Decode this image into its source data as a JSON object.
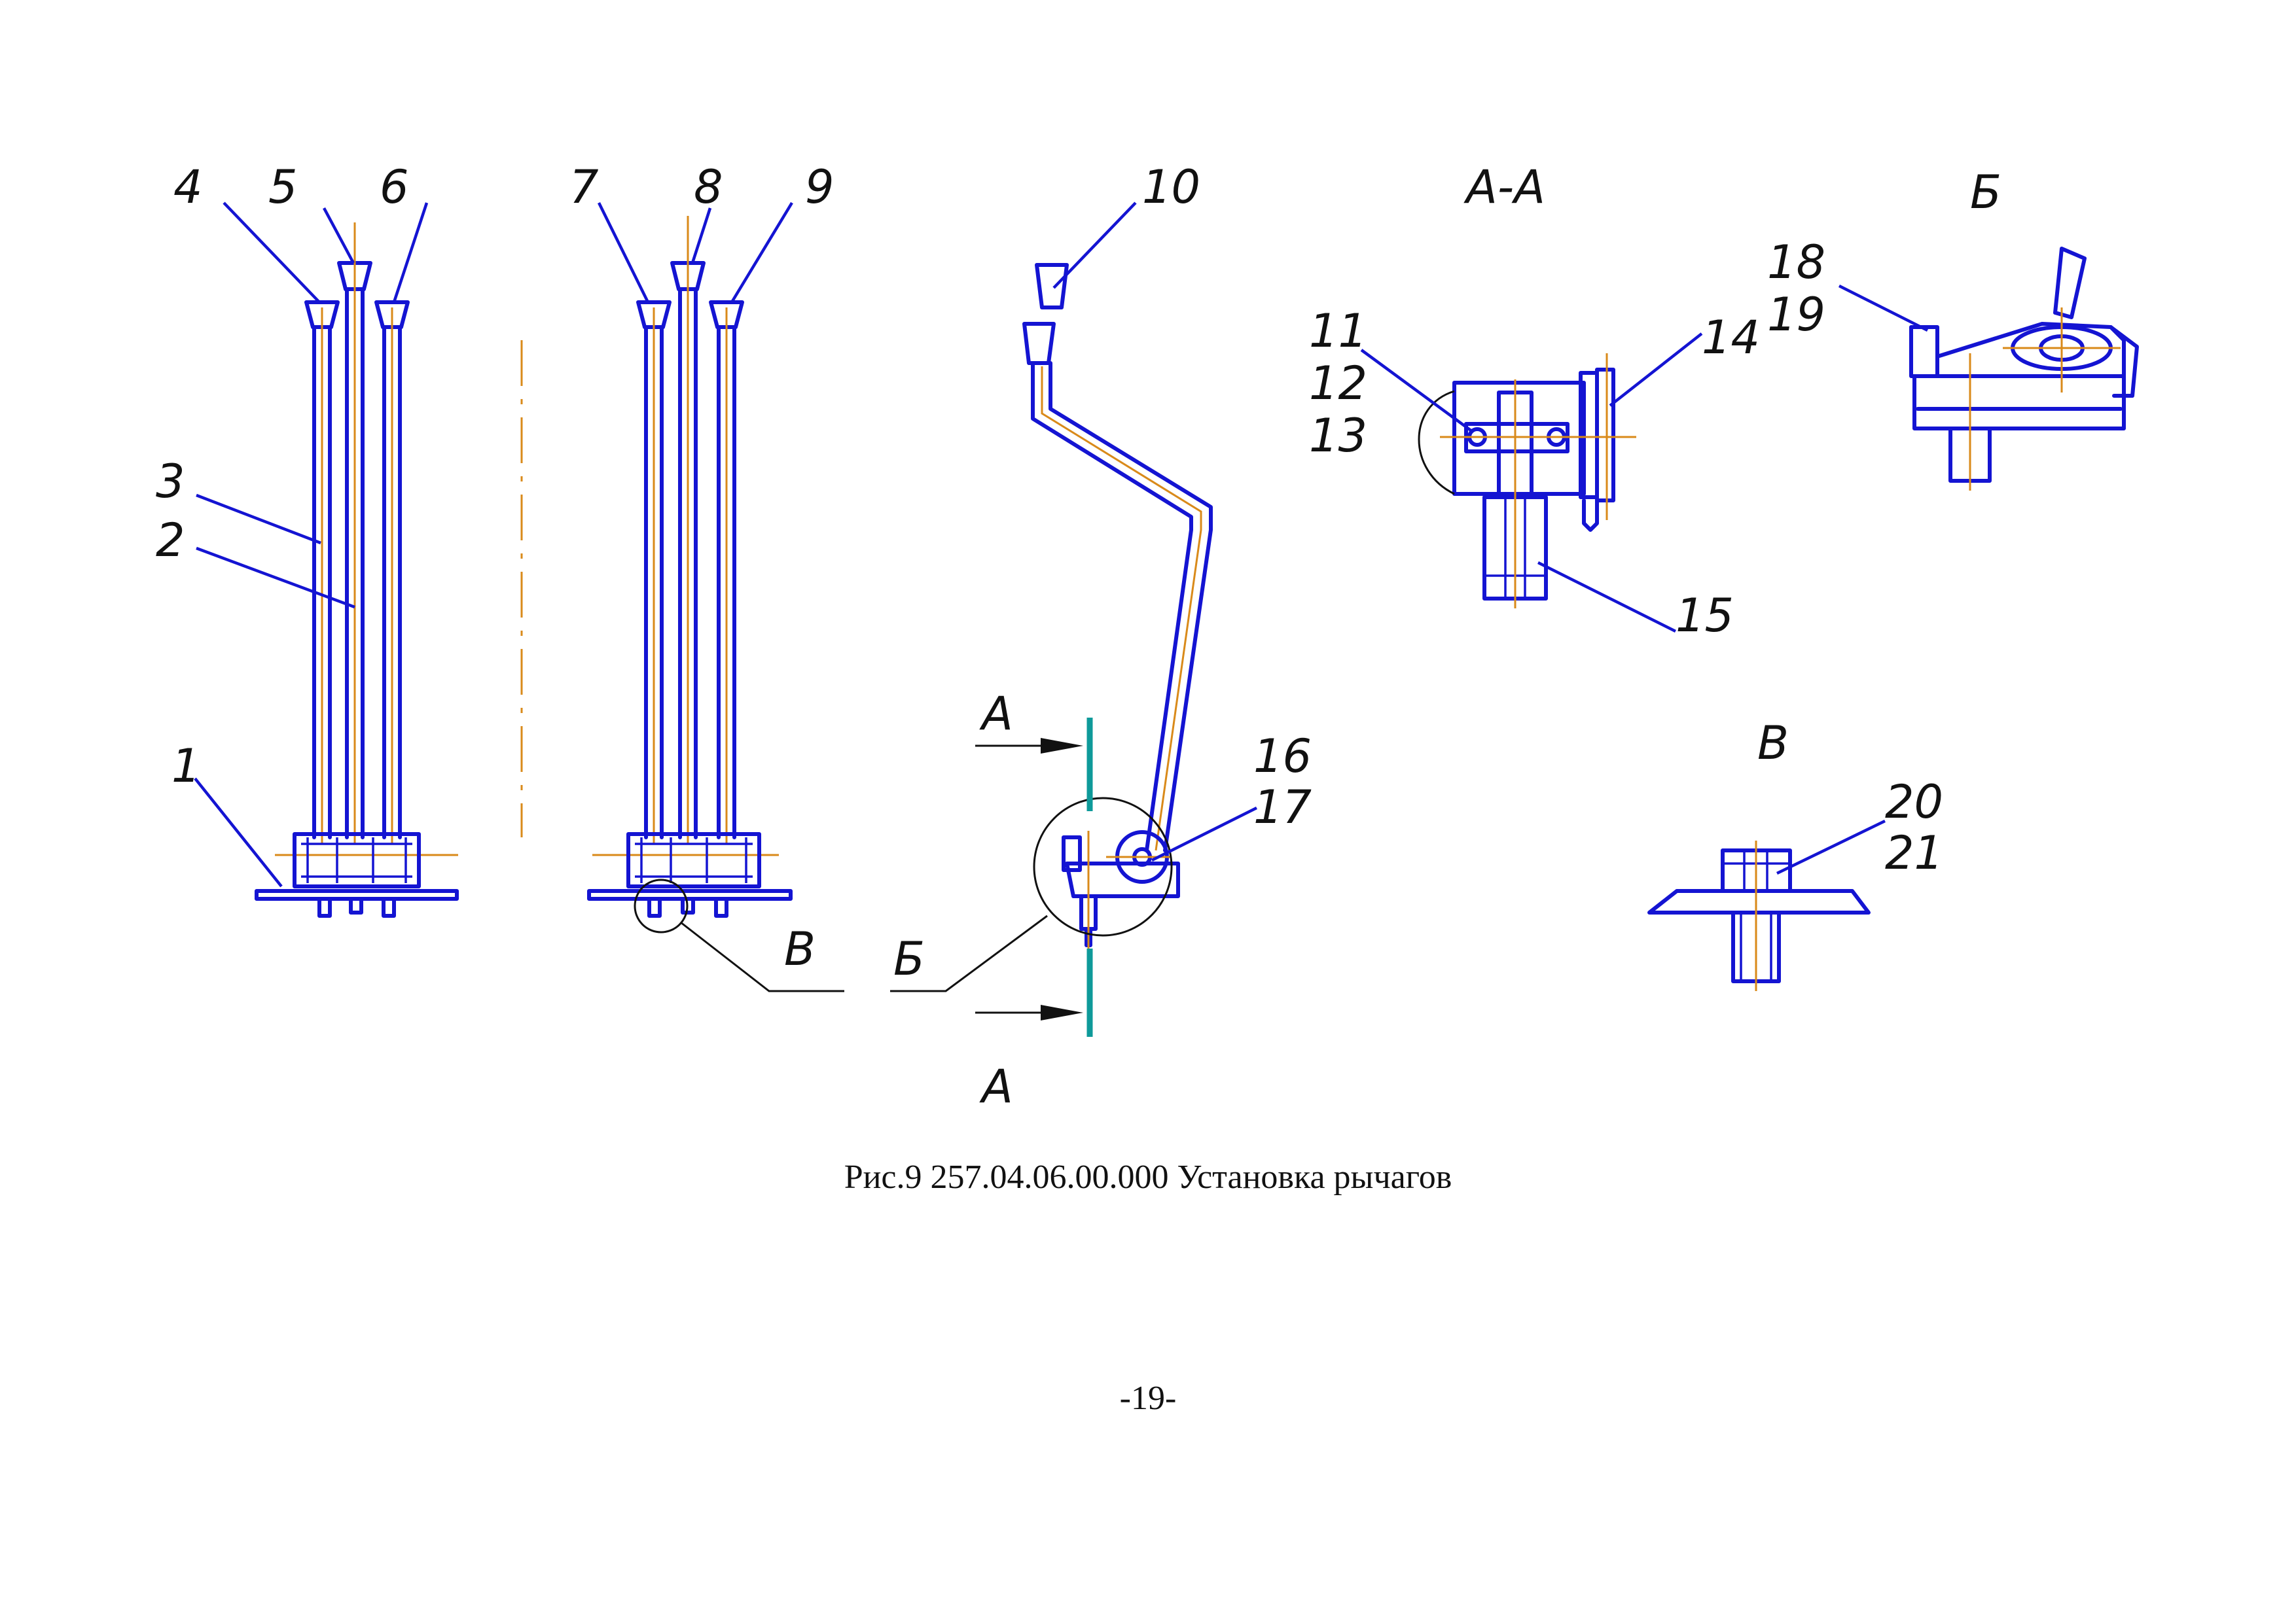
{
  "figure": {
    "caption": "Рис.9  257.04.06.00.000 Установка рычагов",
    "page_number": "-19-"
  },
  "part_numbers": [
    "1",
    "2",
    "3",
    "4",
    "5",
    "6",
    "7",
    "8",
    "9",
    "10",
    "11",
    "12",
    "13",
    "14",
    "15",
    "16",
    "17",
    "18",
    "19",
    "20",
    "21"
  ],
  "view_labels": {
    "section_aa": "А-А",
    "view_b_cyr": "Б",
    "view_v": "В",
    "arrow_a": "А",
    "ref_v": "В",
    "ref_b": "Б"
  },
  "colors": {
    "outline": "#1414d2",
    "centerline": "#d98a1a",
    "section_marker": "#0e9a9a",
    "text": "#111111"
  }
}
